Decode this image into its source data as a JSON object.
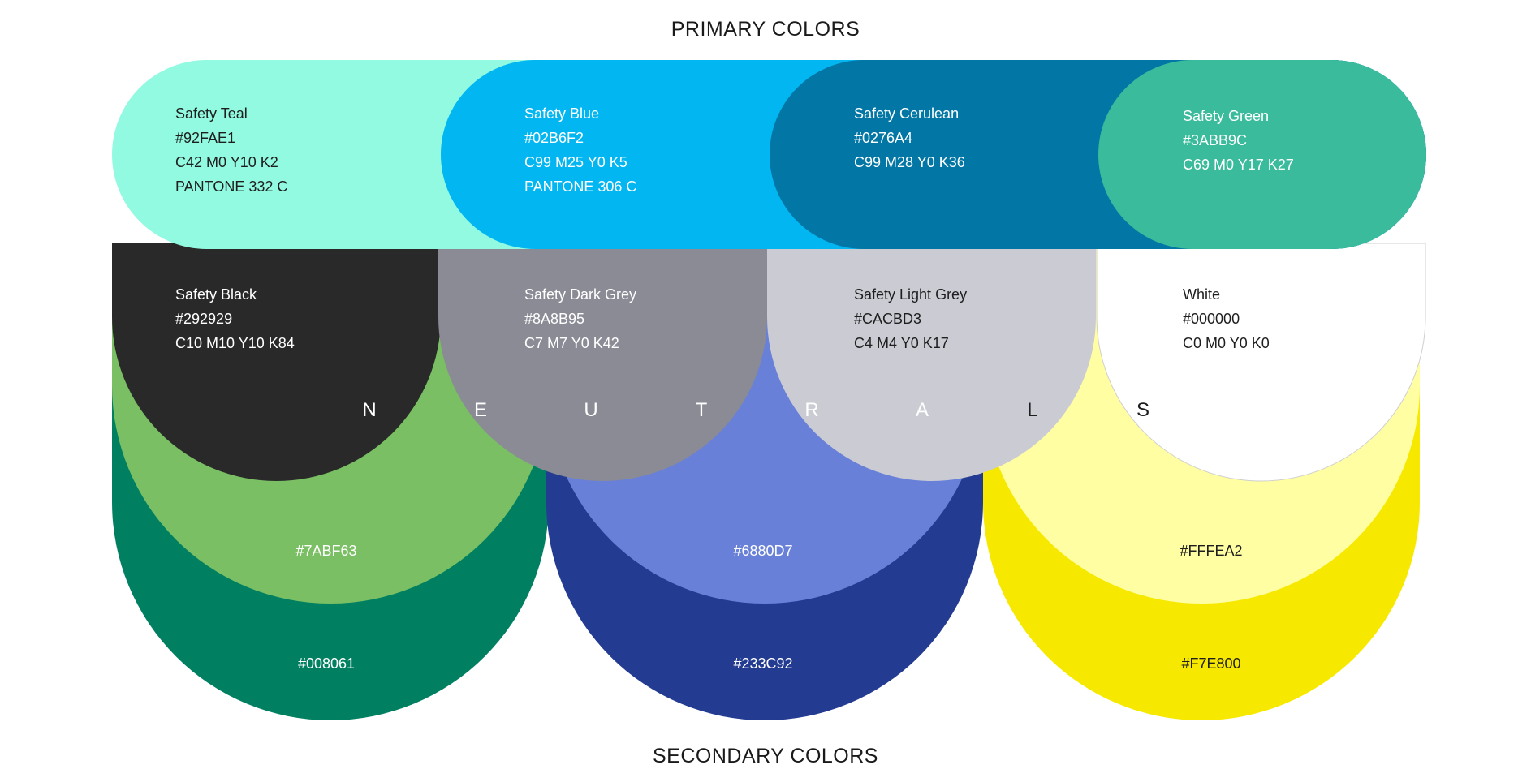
{
  "headings": {
    "primary": "PRIMARY COLORS",
    "secondary": "SECONDARY COLORS"
  },
  "primary": [
    {
      "name": "Safety Teal",
      "hex": "#92FAE1",
      "cmyk": "C42 M0 Y10 K2",
      "pantone": "PANTONE 332 C",
      "color": "#92FAE1",
      "text_color": "#1e1e1e"
    },
    {
      "name": "Safety Blue",
      "hex": "#02B6F2",
      "cmyk": "C99 M25 Y0 K5",
      "pantone": "PANTONE 306 C",
      "color": "#02B6F2",
      "text_color": "#ffffff"
    },
    {
      "name": "Safety Cerulean",
      "hex": "#0276A4",
      "cmyk": "C99 M28 Y0 K36",
      "color": "#0276A4",
      "text_color": "#ffffff"
    },
    {
      "name": "Safety Green",
      "hex": "#3ABB9C",
      "cmyk": "C69 M0 Y17 K27",
      "color": "#3ABB9C",
      "text_color": "#ffffff"
    }
  ],
  "neutrals": [
    {
      "name": "Safety Black",
      "hex": "#292929",
      "cmyk": "C10 M10 Y10 K84",
      "color": "#292929",
      "text_color": "#ffffff"
    },
    {
      "name": "Safety Dark Grey",
      "hex": "#8A8B95",
      "cmyk": "C7 M7 Y0 K42",
      "color": "#8A8B95",
      "text_color": "#ffffff"
    },
    {
      "name": "Safety Light Grey",
      "hex": "#CACBD3",
      "cmyk": "C4 M4 Y0 K17",
      "color": "#CACBD3",
      "text_color": "#1e1e1e"
    },
    {
      "name": "White",
      "hex": "#000000",
      "cmyk": "C0 M0 Y0 K0",
      "color": "#FFFFFF",
      "text_color": "#1e1e1e"
    }
  ],
  "neutrals_letters": [
    "N",
    "E",
    "U",
    "T",
    "R",
    "A",
    "L",
    "S"
  ],
  "neutrals_letter_colors": [
    "#ffffff",
    "#ffffff",
    "#ffffff",
    "#ffffff",
    "#ffffff",
    "#ffffff",
    "#1e1e1e",
    "#1e1e1e"
  ],
  "secondary": [
    {
      "light": "#7ABF63",
      "dark": "#008061",
      "light_text": "#ffffff",
      "dark_text": "#ffffff"
    },
    {
      "light": "#6880D7",
      "dark": "#233C92",
      "light_text": "#ffffff",
      "dark_text": "#ffffff"
    },
    {
      "light": "#FFFEA2",
      "dark": "#F7E800",
      "light_text": "#1e1e1e",
      "dark_text": "#1e1e1e"
    }
  ]
}
